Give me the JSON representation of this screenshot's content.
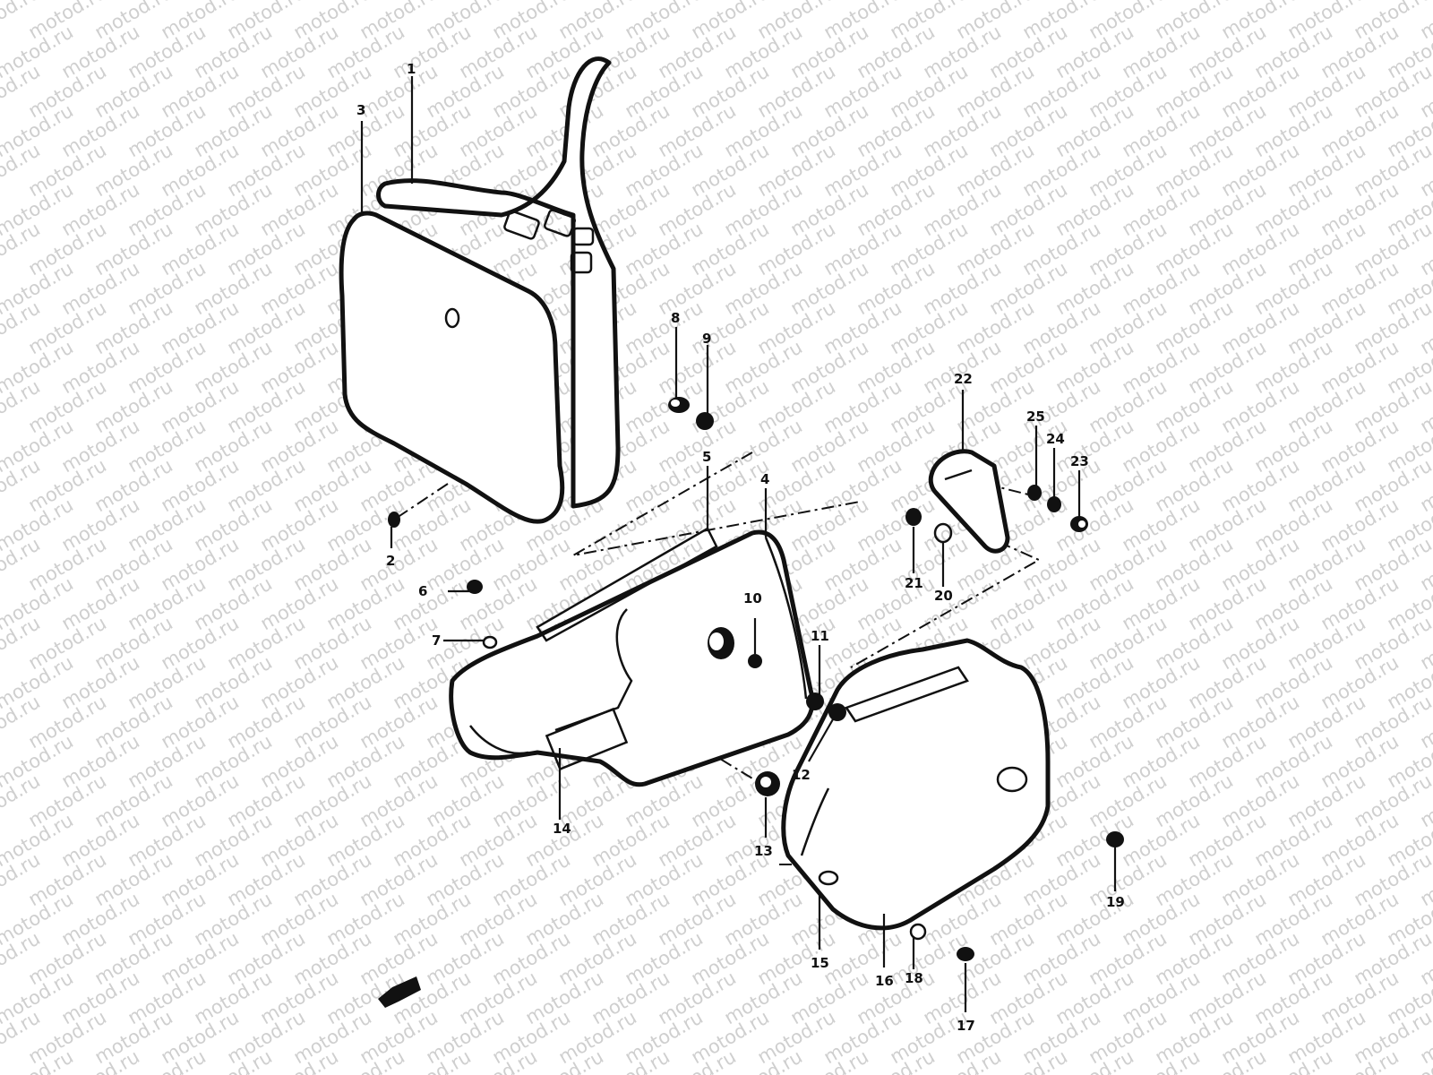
{
  "watermark": {
    "text": "motod.ru"
  },
  "colors": {
    "ink": "#111111",
    "watermark": "#cfcfcf",
    "background": "#ffffff"
  },
  "callouts": [
    "1",
    "2",
    "3",
    "4",
    "5",
    "6",
    "7",
    "8",
    "9",
    "10",
    "11",
    "12",
    "13",
    "14",
    "15",
    "16",
    "17",
    "18",
    "19",
    "20",
    "21",
    "22",
    "23",
    "24",
    "25"
  ],
  "front_arrow": {
    "icon": "front-arrow-icon"
  }
}
